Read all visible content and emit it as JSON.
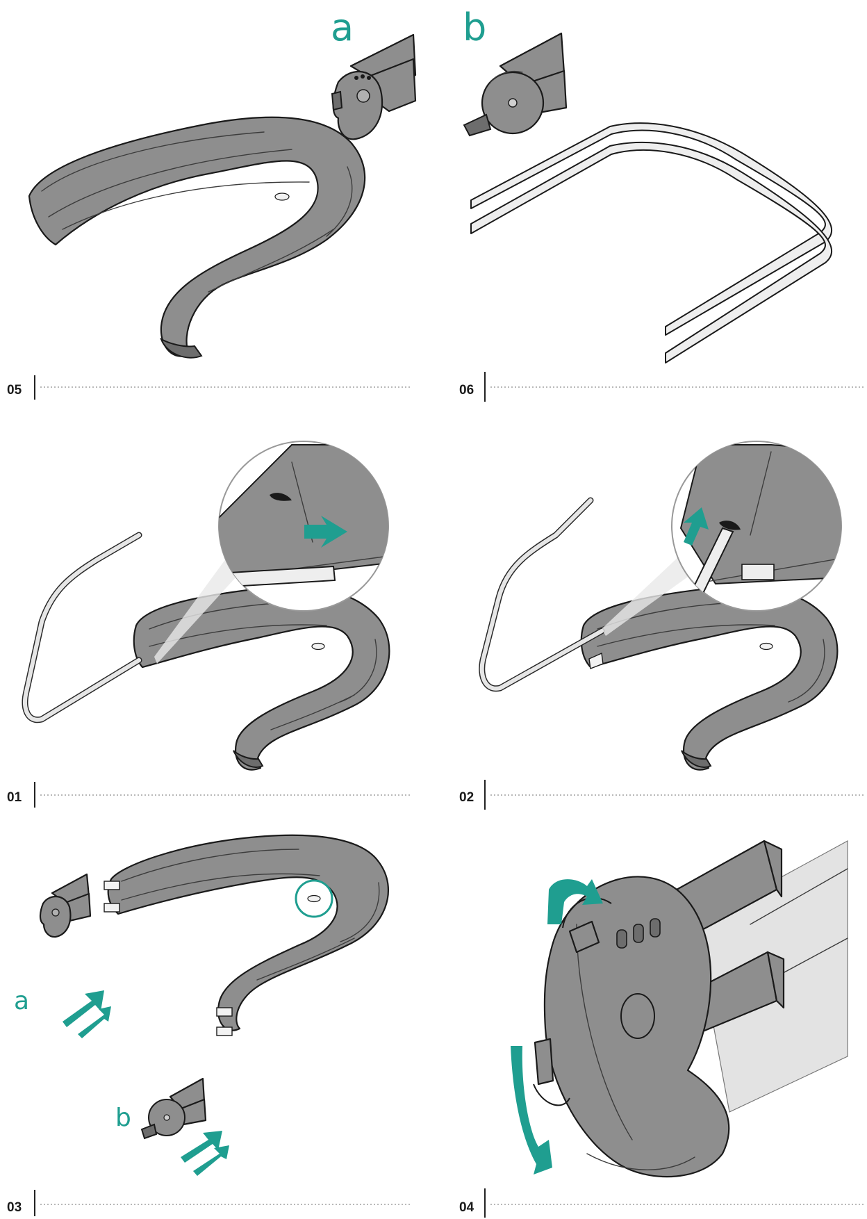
{
  "panels": [
    {
      "label": "05"
    },
    {
      "label": "06"
    },
    {
      "label": "01"
    },
    {
      "label": "02"
    },
    {
      "label": "03"
    },
    {
      "label": "04"
    }
  ],
  "part_tags": {
    "top_a": "a",
    "top_b": "b",
    "step3_a": "a",
    "step3_b": "b"
  },
  "colors": {
    "accent": "#1f9e90",
    "body": "#8e8e8e",
    "outline": "#1a1a1a"
  }
}
